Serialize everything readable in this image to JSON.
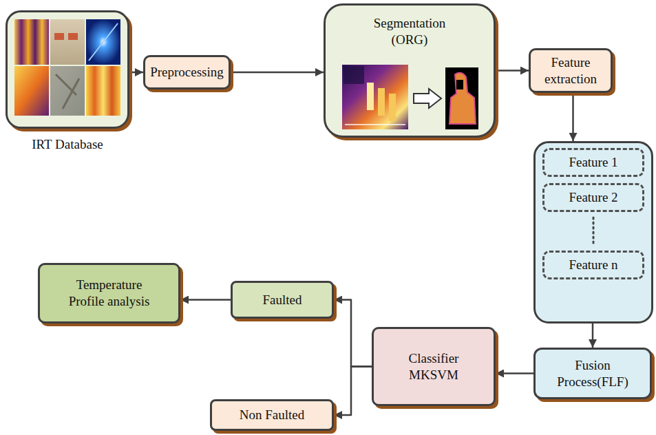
{
  "diagram": {
    "nodes": [
      {
        "text": [
          "IRT Database"
        ]
      },
      {
        "text": [
          "Preprocessing"
        ]
      },
      {
        "text": [
          "Segmentation (ORG)"
        ]
      },
      {
        "text": [
          "Feature extraction"
        ]
      },
      {
        "text": []
      },
      {
        "text": [
          "Feature 1"
        ],
        "in": 4
      },
      {
        "text": [
          "Feature 2"
        ],
        "in": 4
      },
      {
        "text": [
          "Feature n"
        ],
        "in": 4
      },
      {
        "text": [
          "Fusion Process(FLF)"
        ]
      },
      {
        "text": [
          "Classifier MKSVM"
        ]
      },
      {
        "text": [
          "Faulted"
        ]
      },
      {
        "text": [
          "Non Faulted"
        ]
      },
      {
        "text": [
          "Temperature Profile analysis"
        ]
      }
    ],
    "edges": [
      {
        "from": 0,
        "to": 1,
        "arrow": "to"
      },
      {
        "from": 1,
        "to": 2,
        "arrow": "to"
      },
      {
        "from": 2,
        "to": 3,
        "arrow": "to"
      },
      {
        "from": 3,
        "to": 4,
        "arrow": "to"
      },
      {
        "from": 4,
        "to": 8,
        "arrow": "to"
      },
      {
        "from": 8,
        "to": 9,
        "arrow": "to"
      },
      {
        "from": 9,
        "to": 10,
        "arrow": "to"
      },
      {
        "from": 9,
        "to": 11,
        "arrow": "to"
      },
      {
        "from": 10,
        "to": 12,
        "arrow": "to"
      }
    ]
  }
}
